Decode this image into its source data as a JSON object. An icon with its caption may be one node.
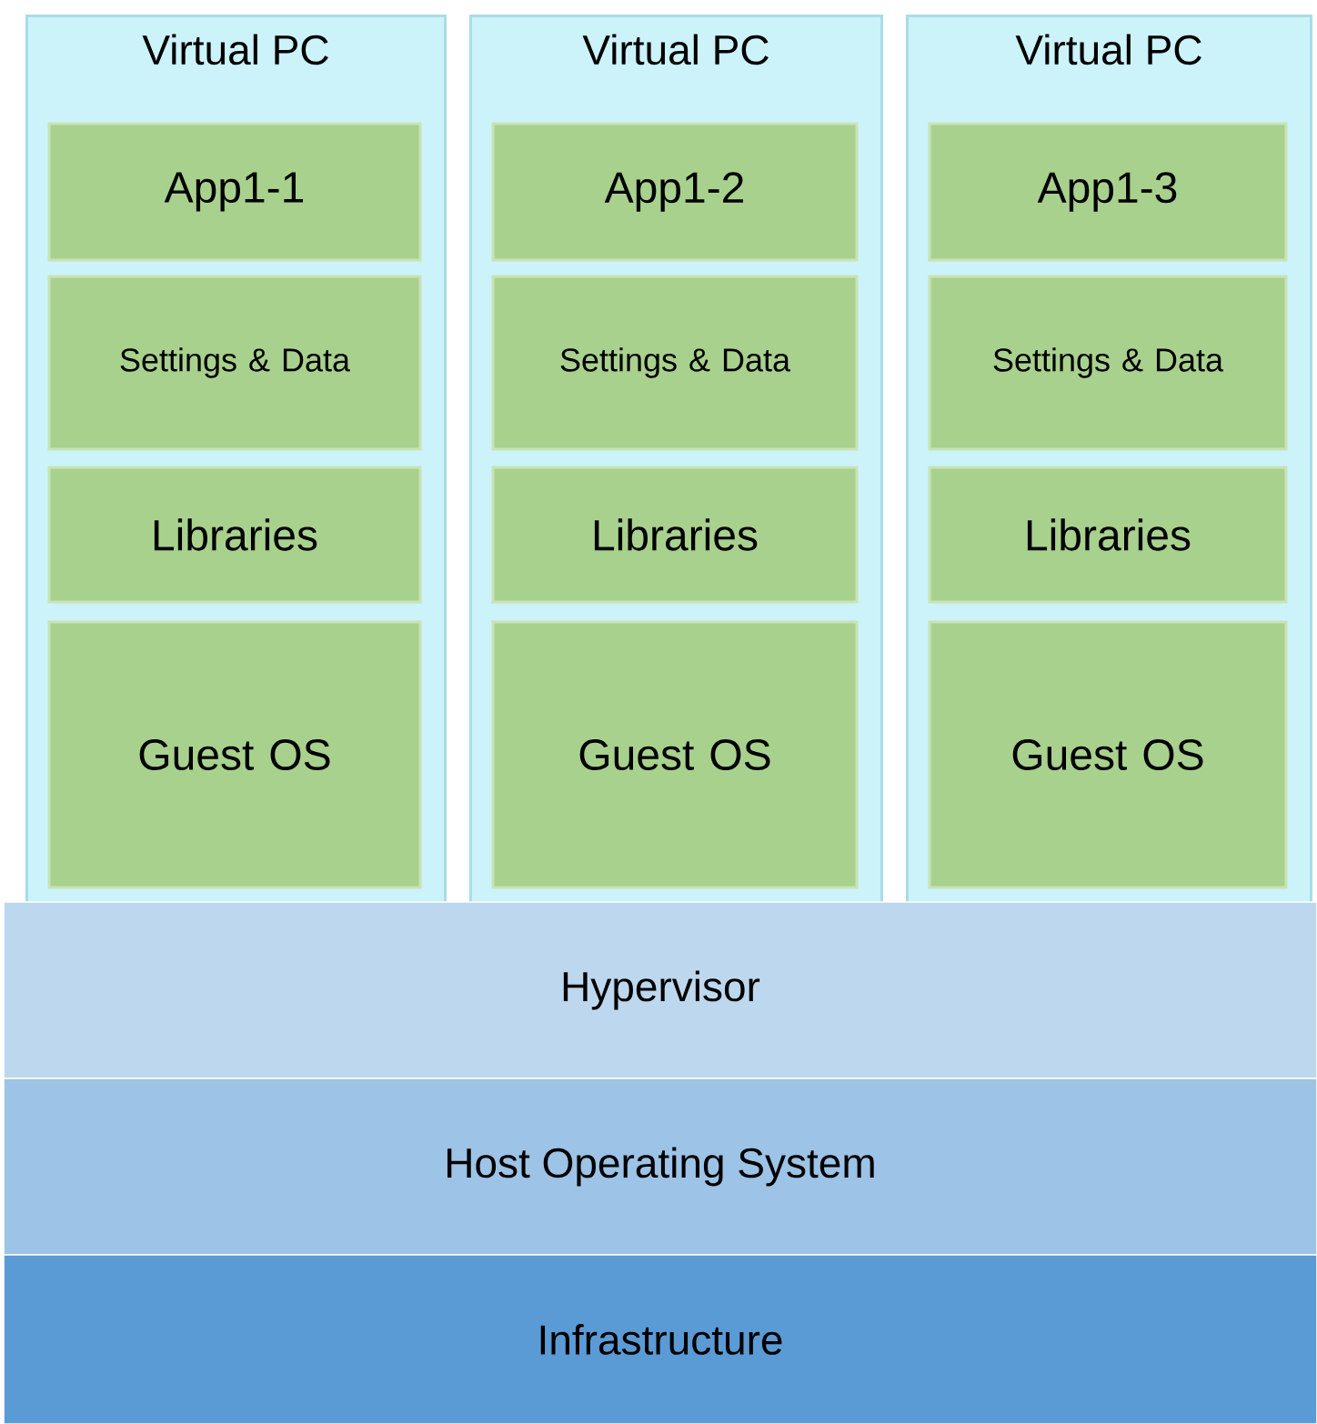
{
  "diagram": {
    "nodes": [
      {
        "text": [
          "Virtual PC"
        ]
      },
      {
        "text": [
          "App1-1"
        ],
        "in": 0
      },
      {
        "text": [
          "Settings & Data"
        ],
        "in": 0
      },
      {
        "text": [
          "Libraries"
        ],
        "in": 0
      },
      {
        "text": [
          "Guest OS"
        ],
        "in": 0
      },
      {
        "text": [
          "Virtual PC"
        ]
      },
      {
        "text": [
          "App1-2"
        ],
        "in": 5
      },
      {
        "text": [
          "Settings & Data"
        ],
        "in": 5
      },
      {
        "text": [
          "Libraries"
        ],
        "in": 5
      },
      {
        "text": [
          "Guest OS"
        ],
        "in": 5
      },
      {
        "text": [
          "Virtual PC"
        ]
      },
      {
        "text": [
          "App1-3"
        ],
        "in": 10
      },
      {
        "text": [
          "Settings & Data"
        ],
        "in": 10
      },
      {
        "text": [
          "Libraries"
        ],
        "in": 10
      },
      {
        "text": [
          "Guest OS"
        ],
        "in": 10
      },
      {
        "text": [
          "Hypervisor"
        ]
      },
      {
        "text": [
          "Host Operating System"
        ]
      },
      {
        "text": [
          "Infrastructure"
        ]
      }
    ]
  }
}
